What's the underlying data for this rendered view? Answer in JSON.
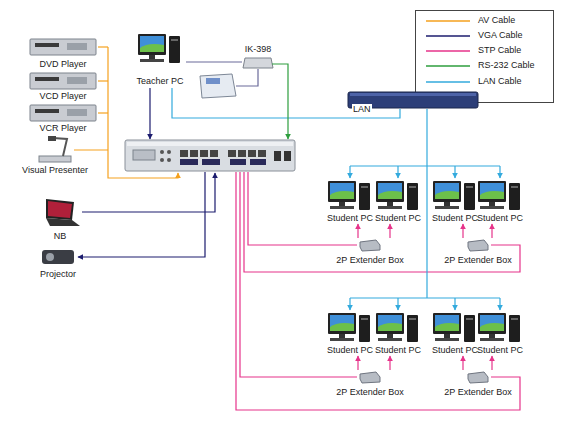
{
  "diagram": {
    "nodes": [
      {
        "text": [
          "Teacher PC"
        ]
      },
      {
        "text": [
          "IK-398"
        ]
      },
      {
        "text": [
          "DVD Player"
        ]
      },
      {
        "text": [
          "VCD Player"
        ]
      },
      {
        "text": [
          "VCR Player"
        ]
      },
      {
        "text": [
          "Visual Presenter"
        ]
      },
      {
        "text": [
          "NB"
        ]
      },
      {
        "text": [
          "Projector"
        ]
      },
      {
        "text": [
          "Student PC"
        ]
      },
      {
        "text": [
          "Student PC"
        ]
      },
      {
        "text": [
          "Student PC"
        ]
      },
      {
        "text": [
          "Student PC"
        ]
      },
      {
        "text": [
          "2P Extender Box"
        ]
      },
      {
        "text": [
          "2P Extender Box"
        ]
      },
      {
        "text": [
          "Student PC"
        ]
      },
      {
        "text": [
          "Student PC"
        ]
      },
      {
        "text": [
          "Student PC"
        ]
      },
      {
        "text": [
          "Student PC"
        ]
      },
      {
        "text": [
          "2P Extender Box"
        ]
      },
      {
        "text": [
          "2P Extender Box"
        ]
      }
    ],
    "edges": [
      {
        "from": 1,
        "to": 0,
        "arrow": "none"
      },
      {
        "from": 12,
        "to": 8,
        "arrow": "to"
      },
      {
        "from": 12,
        "to": 9,
        "arrow": "to"
      },
      {
        "from": 13,
        "to": 10,
        "arrow": "to"
      },
      {
        "from": 13,
        "to": 11,
        "arrow": "to"
      },
      {
        "from": 18,
        "to": 14,
        "arrow": "to"
      },
      {
        "from": 18,
        "to": 15,
        "arrow": "to"
      },
      {
        "from": 19,
        "to": 16,
        "arrow": "to"
      },
      {
        "from": 19,
        "to": 17,
        "arrow": "to"
      }
    ],
    "labels": [
      "LAN"
    ],
    "legend": [
      {
        "text": "AV  Cable"
      },
      {
        "text": "VGA Cable"
      },
      {
        "text": "STP Cable"
      },
      {
        "text": "RS-232 Cable"
      },
      {
        "text": "LAN Cable"
      }
    ]
  }
}
